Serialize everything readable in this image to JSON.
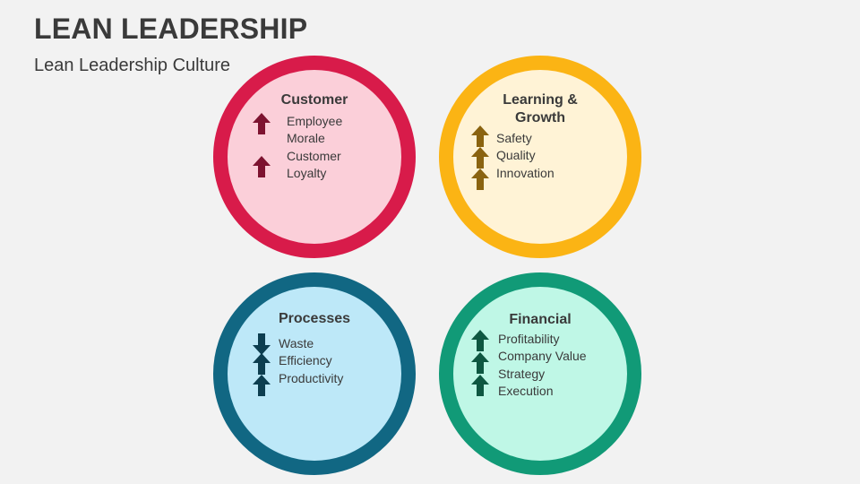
{
  "title": "LEAN LEADERSHIP",
  "subtitle": "Lean Leadership Culture",
  "quadrants": [
    {
      "title": "Customer",
      "border_color": "#d81b4a",
      "fill_color": "#fbcfd9",
      "arrow_color": "#7d1330",
      "items": [
        "Employee",
        "Morale",
        "Customer",
        "Loyalty"
      ],
      "arrows": [
        "up",
        "up"
      ]
    },
    {
      "title": "Learning &\nGrowth",
      "border_color": "#fbb414",
      "fill_color": "#fff3d6",
      "arrow_color": "#8a6310",
      "items": [
        "Safety",
        "Quality",
        "Innovation"
      ],
      "arrows": [
        "up",
        "up",
        "up"
      ]
    },
    {
      "title": "Processes",
      "border_color": "#116783",
      "fill_color": "#bde8f8",
      "arrow_color": "#0d3e50",
      "items": [
        "Waste",
        "Efficiency",
        "Productivity"
      ],
      "arrows": [
        "down",
        "up",
        "up"
      ]
    },
    {
      "title": "Financial",
      "border_color": "#119a77",
      "fill_color": "#bff7e6",
      "arrow_color": "#0e5741",
      "items": [
        "Profitability",
        "Company Value",
        "Strategy",
        "Execution"
      ],
      "arrows": [
        "up",
        "up",
        "up"
      ]
    }
  ]
}
